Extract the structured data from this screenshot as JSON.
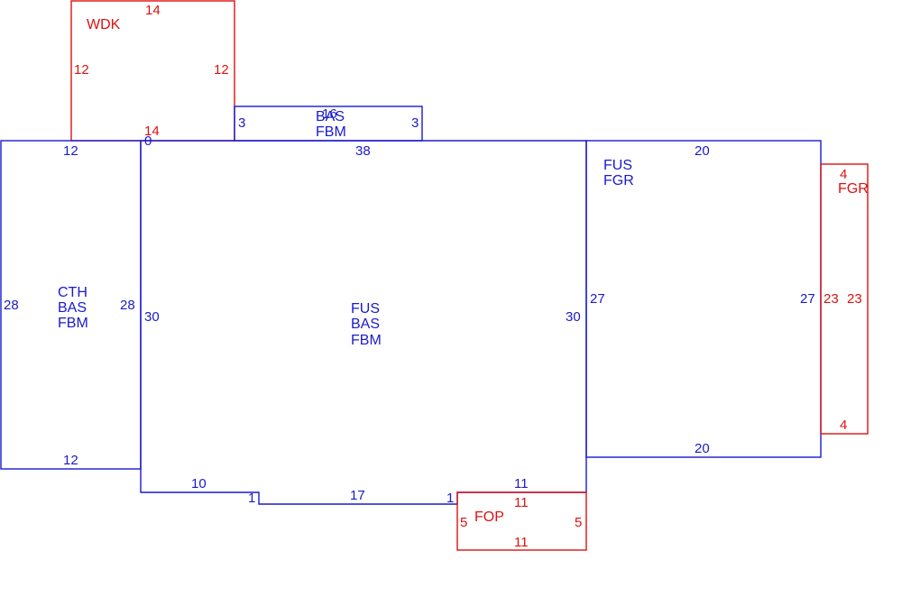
{
  "colors": {
    "blue": "#1a1acc",
    "red": "#dd1111"
  },
  "areas": {
    "wdk": {
      "label": "WDK",
      "top": "14",
      "left": "12",
      "right": "12",
      "bottom": "14"
    },
    "small_bas": {
      "line1": "BAS",
      "line2": "FBM",
      "overlap": "16",
      "left": "3",
      "right": "3"
    },
    "zero_mark": "0",
    "cth": {
      "line1": "CTH",
      "line2": "BAS",
      "line3": "FBM",
      "top": "12",
      "left": "28",
      "right": "28",
      "bottom": "12"
    },
    "main": {
      "line1": "FUS",
      "line2": "BAS",
      "line3": "FBM",
      "top": "38",
      "left": "30",
      "right": "30",
      "bottom_a": "10",
      "jog_a": "1",
      "bottom_b": "17",
      "jog_b": "1",
      "bottom_c": "11"
    },
    "fus_fgr": {
      "line1": "FUS",
      "line2": "FGR",
      "top": "20",
      "left": "27",
      "right": "27",
      "bottom": "20"
    },
    "fgr": {
      "label": "FGR",
      "top": "4",
      "left": "23",
      "right": "23",
      "bottom": "4"
    },
    "fop": {
      "label": "FOP",
      "top": "11",
      "left": "5",
      "right": "5",
      "bottom": "11"
    }
  }
}
